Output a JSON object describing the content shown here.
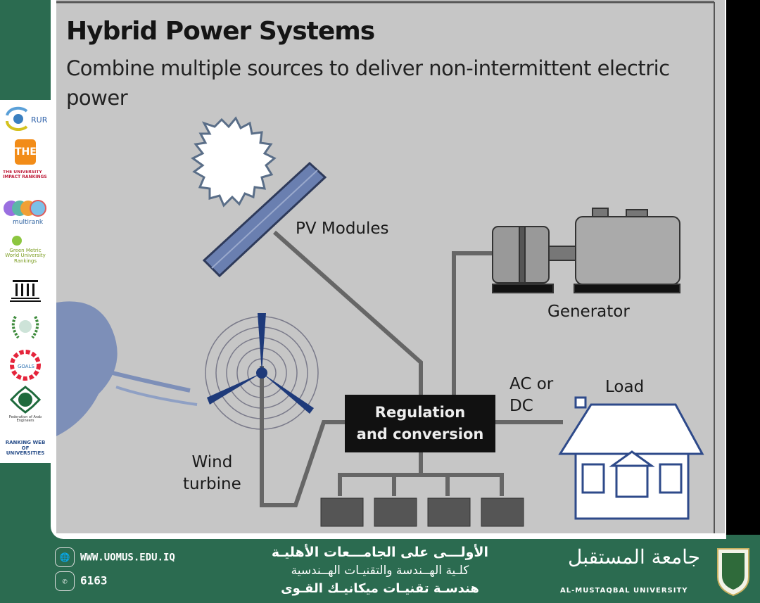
{
  "slide": {
    "title": "Hybrid Power Systems",
    "subtitle": "Combine multiple sources to deliver non-intermittent electric power",
    "labels": {
      "pv": "PV Modules",
      "generator": "Generator",
      "wind": "Wind\nturbine",
      "acdc": "AC or\nDC",
      "load": "Load",
      "regulation": "Regulation\nand conversion"
    }
  },
  "sidebar": {
    "logos": [
      {
        "name": "RUR",
        "text": "RUR"
      },
      {
        "name": "THE",
        "text": "THE"
      },
      {
        "name": "THE Impact Rankings",
        "text": "THE UNIVERSITY IMPACT RANKINGS"
      },
      {
        "name": "U-Multirank",
        "text": "multirank"
      },
      {
        "name": "UI GreenMetric",
        "text": "Green Metric World University Rankings"
      },
      {
        "name": "Institution",
        "text": ""
      },
      {
        "name": "Arab Universities Association",
        "text": ""
      },
      {
        "name": "Sustainable Development Goals",
        "text": "GOALS"
      },
      {
        "name": "Federation of Arab Engineers",
        "text": "Federation of Arab Engineers"
      },
      {
        "name": "Webometrics",
        "text": "RANKING WEB OF UNIVERSITIES"
      }
    ]
  },
  "footer": {
    "website": "WWW.UOMUS.EDU.IQ",
    "phone": "6163",
    "line1": "الأولـــى على الجامـــعات الأهليـة",
    "line2": "كلـية الهــندسة والتقنيـات الهــندسية",
    "line3": "هندسـة تقنيـات ميكانيـك القـوى",
    "university_ar": "جامعة المستقبل",
    "university_en": "AL-MUSTAQBAL UNIVERSITY"
  },
  "colors": {
    "green": "#2b6b50",
    "slide": "#c6c6c6"
  }
}
